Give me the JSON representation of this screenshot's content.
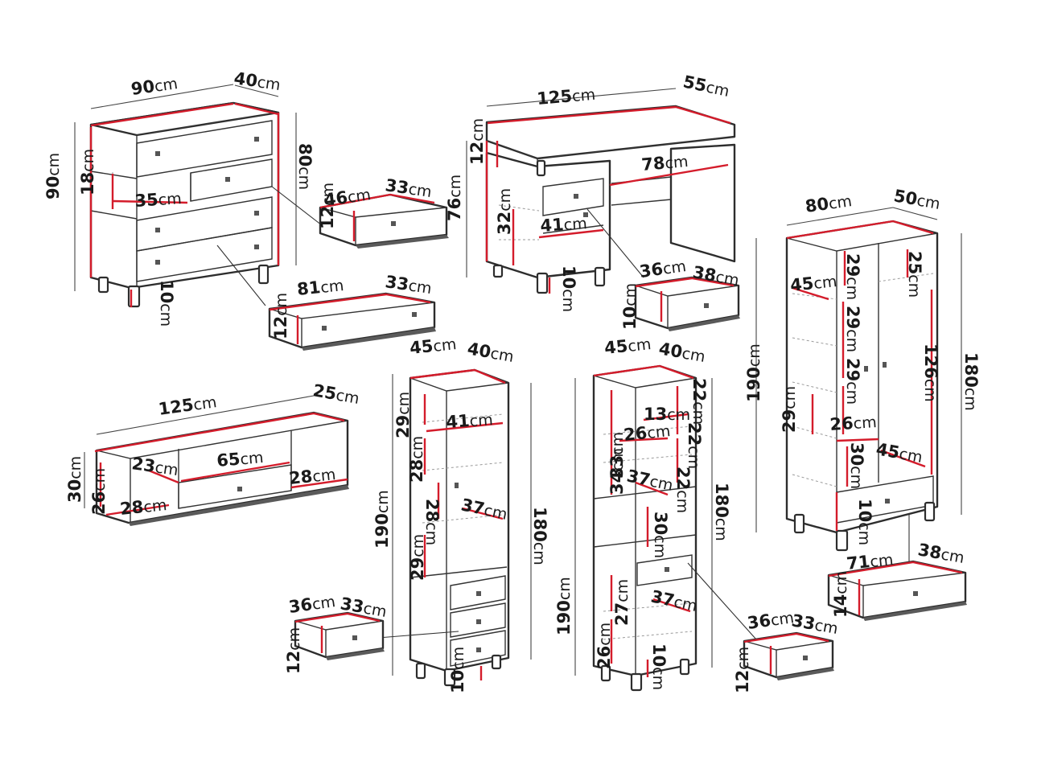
{
  "unit": "cm",
  "labels": [
    {
      "id": "a1",
      "value": "90"
    },
    {
      "id": "a2",
      "value": "40"
    },
    {
      "id": "a3",
      "value": "80"
    },
    {
      "id": "a4",
      "value": "90"
    },
    {
      "id": "a5",
      "value": "18"
    },
    {
      "id": "a6",
      "value": "35"
    },
    {
      "id": "a7",
      "value": "10"
    },
    {
      "id": "a8",
      "value": "46"
    },
    {
      "id": "a9",
      "value": "33"
    },
    {
      "id": "a10",
      "value": "12"
    },
    {
      "id": "a11",
      "value": "81"
    },
    {
      "id": "a12",
      "value": "33"
    },
    {
      "id": "a13",
      "value": "12"
    },
    {
      "id": "b1",
      "value": "125"
    },
    {
      "id": "b2",
      "value": "55"
    },
    {
      "id": "b3",
      "value": "12"
    },
    {
      "id": "b4",
      "value": "78"
    },
    {
      "id": "b5",
      "value": "76"
    },
    {
      "id": "b6",
      "value": "32"
    },
    {
      "id": "b7",
      "value": "41"
    },
    {
      "id": "b8",
      "value": "10"
    },
    {
      "id": "b9",
      "value": "36"
    },
    {
      "id": "b10",
      "value": "38"
    },
    {
      "id": "b11",
      "value": "10"
    },
    {
      "id": "c1",
      "value": "80"
    },
    {
      "id": "c2",
      "value": "50"
    },
    {
      "id": "c3",
      "value": "190"
    },
    {
      "id": "c4",
      "value": "180"
    },
    {
      "id": "c5",
      "value": "45"
    },
    {
      "id": "c6",
      "value": "29"
    },
    {
      "id": "c7",
      "value": "25"
    },
    {
      "id": "c8",
      "value": "29"
    },
    {
      "id": "c9",
      "value": "126"
    },
    {
      "id": "c10",
      "value": "29"
    },
    {
      "id": "c11",
      "value": "29"
    },
    {
      "id": "c12",
      "value": "26"
    },
    {
      "id": "c13",
      "value": "30"
    },
    {
      "id": "c14",
      "value": "45"
    },
    {
      "id": "c15",
      "value": "10"
    },
    {
      "id": "c16",
      "value": "71"
    },
    {
      "id": "c17",
      "value": "38"
    },
    {
      "id": "c18",
      "value": "14"
    },
    {
      "id": "d1",
      "value": "125"
    },
    {
      "id": "d2",
      "value": "25"
    },
    {
      "id": "d3",
      "value": "30"
    },
    {
      "id": "d4",
      "value": "26"
    },
    {
      "id": "d5",
      "value": "23"
    },
    {
      "id": "d6",
      "value": "65"
    },
    {
      "id": "d7",
      "value": "28"
    },
    {
      "id": "d8",
      "value": "28"
    },
    {
      "id": "e1",
      "value": "45"
    },
    {
      "id": "e2",
      "value": "40"
    },
    {
      "id": "e3",
      "value": "29"
    },
    {
      "id": "e4",
      "value": "41"
    },
    {
      "id": "e5",
      "value": "28"
    },
    {
      "id": "e6",
      "value": "28"
    },
    {
      "id": "e7",
      "value": "37"
    },
    {
      "id": "e8",
      "value": "190"
    },
    {
      "id": "e9",
      "value": "180"
    },
    {
      "id": "e10",
      "value": "29"
    },
    {
      "id": "e11",
      "value": "10"
    },
    {
      "id": "e12",
      "value": "36"
    },
    {
      "id": "e13",
      "value": "33"
    },
    {
      "id": "e14",
      "value": "12"
    },
    {
      "id": "f1",
      "value": "45"
    },
    {
      "id": "f2",
      "value": "40"
    },
    {
      "id": "f3",
      "value": "22"
    },
    {
      "id": "f4",
      "value": "33"
    },
    {
      "id": "f5",
      "value": "13"
    },
    {
      "id": "f6",
      "value": "26"
    },
    {
      "id": "f7",
      "value": "22"
    },
    {
      "id": "f8",
      "value": "34"
    },
    {
      "id": "f9",
      "value": "37"
    },
    {
      "id": "f10",
      "value": "22"
    },
    {
      "id": "f11",
      "value": "180"
    },
    {
      "id": "f12",
      "value": "30"
    },
    {
      "id": "f13",
      "value": "27"
    },
    {
      "id": "f14",
      "value": "37"
    },
    {
      "id": "f15",
      "value": "190"
    },
    {
      "id": "f16",
      "value": "26"
    },
    {
      "id": "f17",
      "value": "10"
    },
    {
      "id": "f18",
      "value": "36"
    },
    {
      "id": "f19",
      "value": "33"
    },
    {
      "id": "f20",
      "value": "12"
    }
  ]
}
